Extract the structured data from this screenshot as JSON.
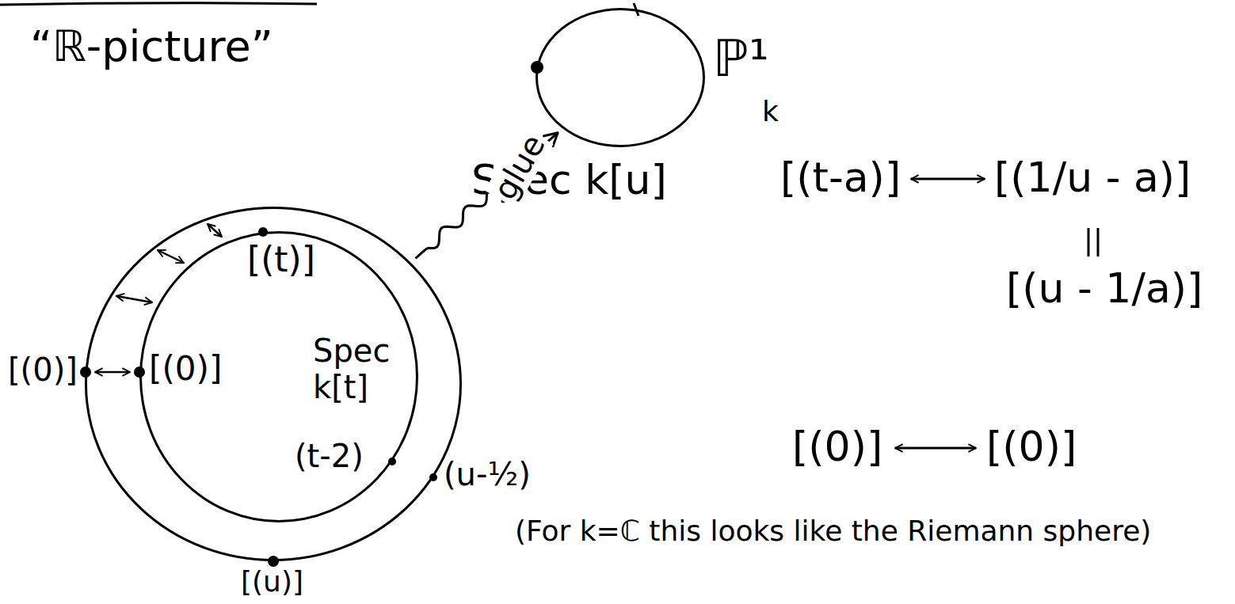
{
  "diagram": {
    "title": "“ℝ-picture”",
    "nodes": [
      {
        "text": [
          "Spec k[u]"
        ]
      },
      {
        "text": [
          "Spec k[t]"
        ],
        "in": 0
      },
      {
        "text": [
          "ℙ¹",
          "k"
        ]
      }
    ],
    "edges": [
      {
        "from": 0,
        "to": 2,
        "arrow": "to",
        "label": "glue"
      }
    ],
    "labels": [
      "[(t)]",
      "[(0)]",
      "[(0)]",
      "(t-2)",
      "(u-½)",
      "[(u)]",
      "[(t-a)]",
      "[(1/u - a)]",
      "[(u - 1/a)]",
      "[(0)]",
      "[(0)]",
      "(For k=ℂ this looks like the Riemann sphere)"
    ]
  }
}
